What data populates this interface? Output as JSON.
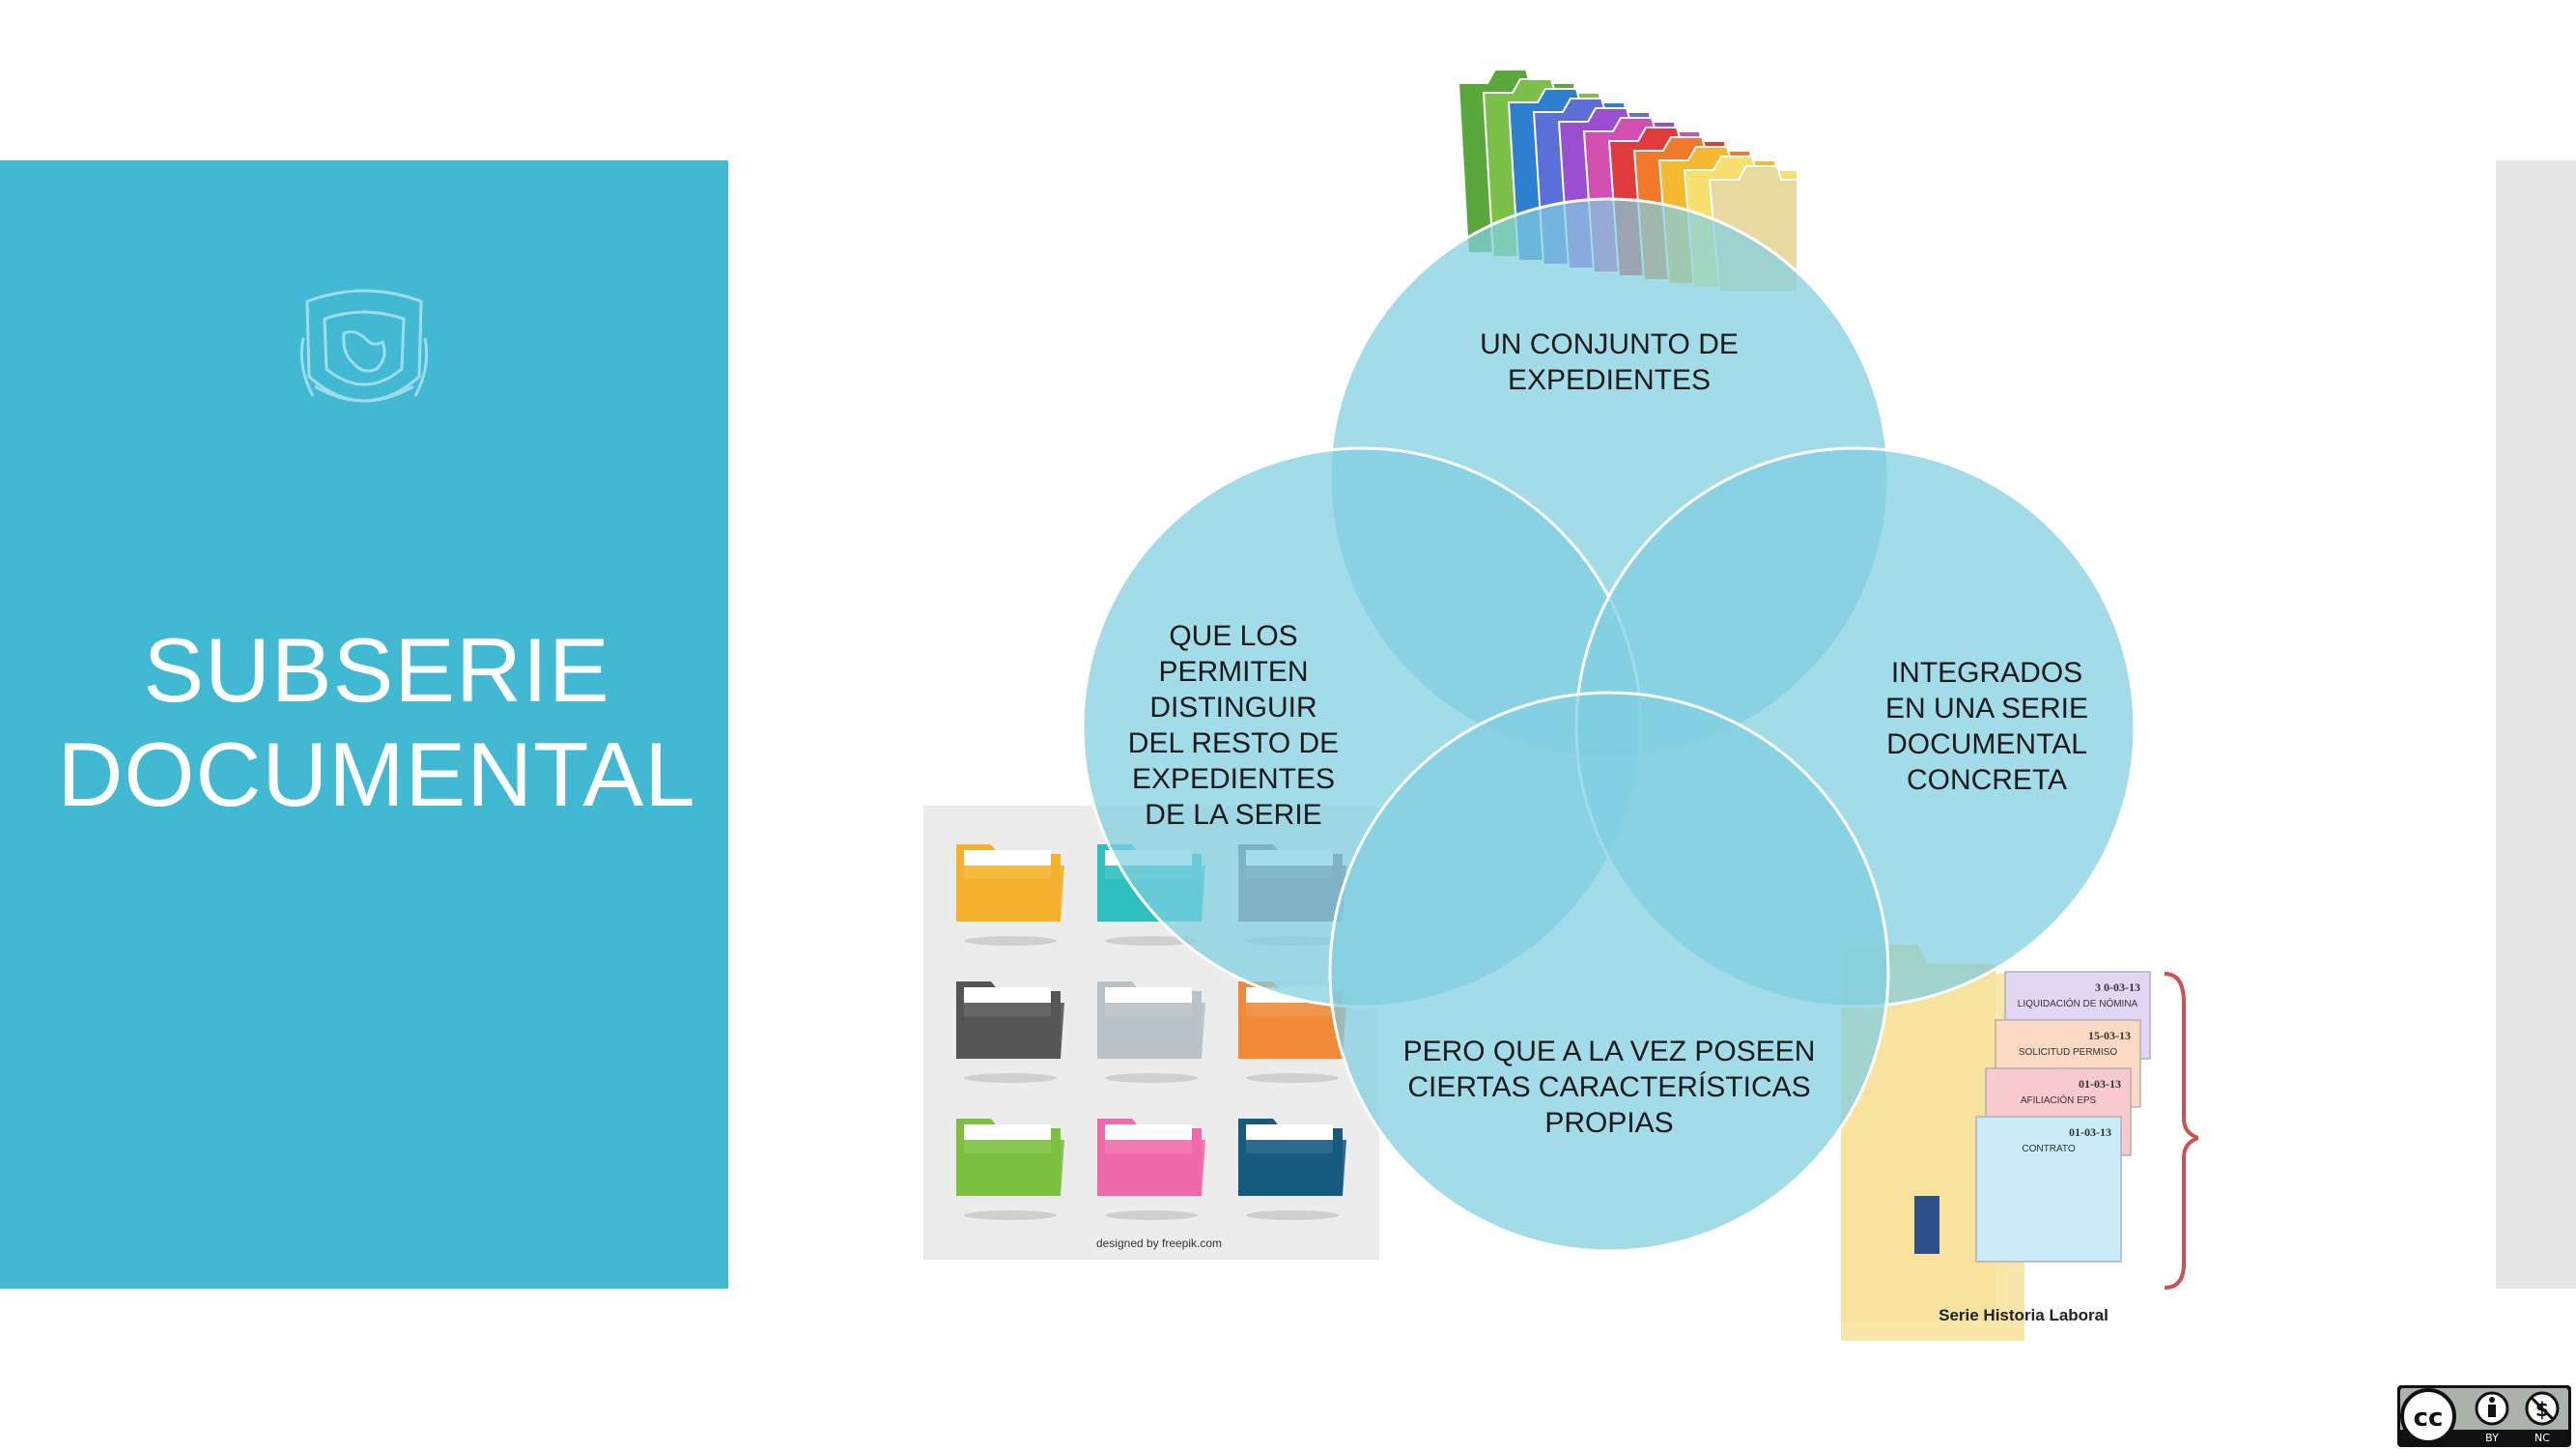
{
  "slide": {
    "title_lines": [
      "SUBSERIE",
      "DOCUMENTAL"
    ],
    "colors": {
      "panel": "#41b9d3",
      "circle_fill": "#7fcfe0",
      "circle_stroke": "#ffffff",
      "strip": "#e6e6e6"
    }
  },
  "venn": {
    "top": [
      "UN CONJUNTO DE",
      "EXPEDIENTES"
    ],
    "left": [
      "QUE LOS",
      "PERMITEN",
      "DISTINGUIR",
      "DEL RESTO DE",
      "EXPEDIENTES",
      "DE LA SERIE"
    ],
    "right": [
      "INTEGRADOS",
      "EN UNA SERIE",
      "DOCUMENTAL",
      "CONCRETA"
    ],
    "bottom": [
      "PERO QUE A LA VEZ POSEEN",
      "CIERTAS CARACTERÍSTICAS",
      "PROPIAS"
    ]
  },
  "images": {
    "top_folders": "colored-file-folders-image",
    "grid_folders_credit": "designed by freepik.com",
    "series_folder": {
      "docs": [
        {
          "date": "3 0-03-13",
          "label": "LIQUIDACIÓN DE NÓMINA"
        },
        {
          "date": "15-03-13",
          "label": "SOLICITUD PERMISO"
        },
        {
          "date": "01-03-13",
          "label": "AFILIACIÓN EPS"
        },
        {
          "date": "01-03-13",
          "label": "CONTRATO"
        }
      ],
      "caption": "Serie Historia Laboral"
    }
  },
  "badge": {
    "labels": [
      "BY",
      "NC"
    ],
    "icon": "creative-commons-icon"
  }
}
